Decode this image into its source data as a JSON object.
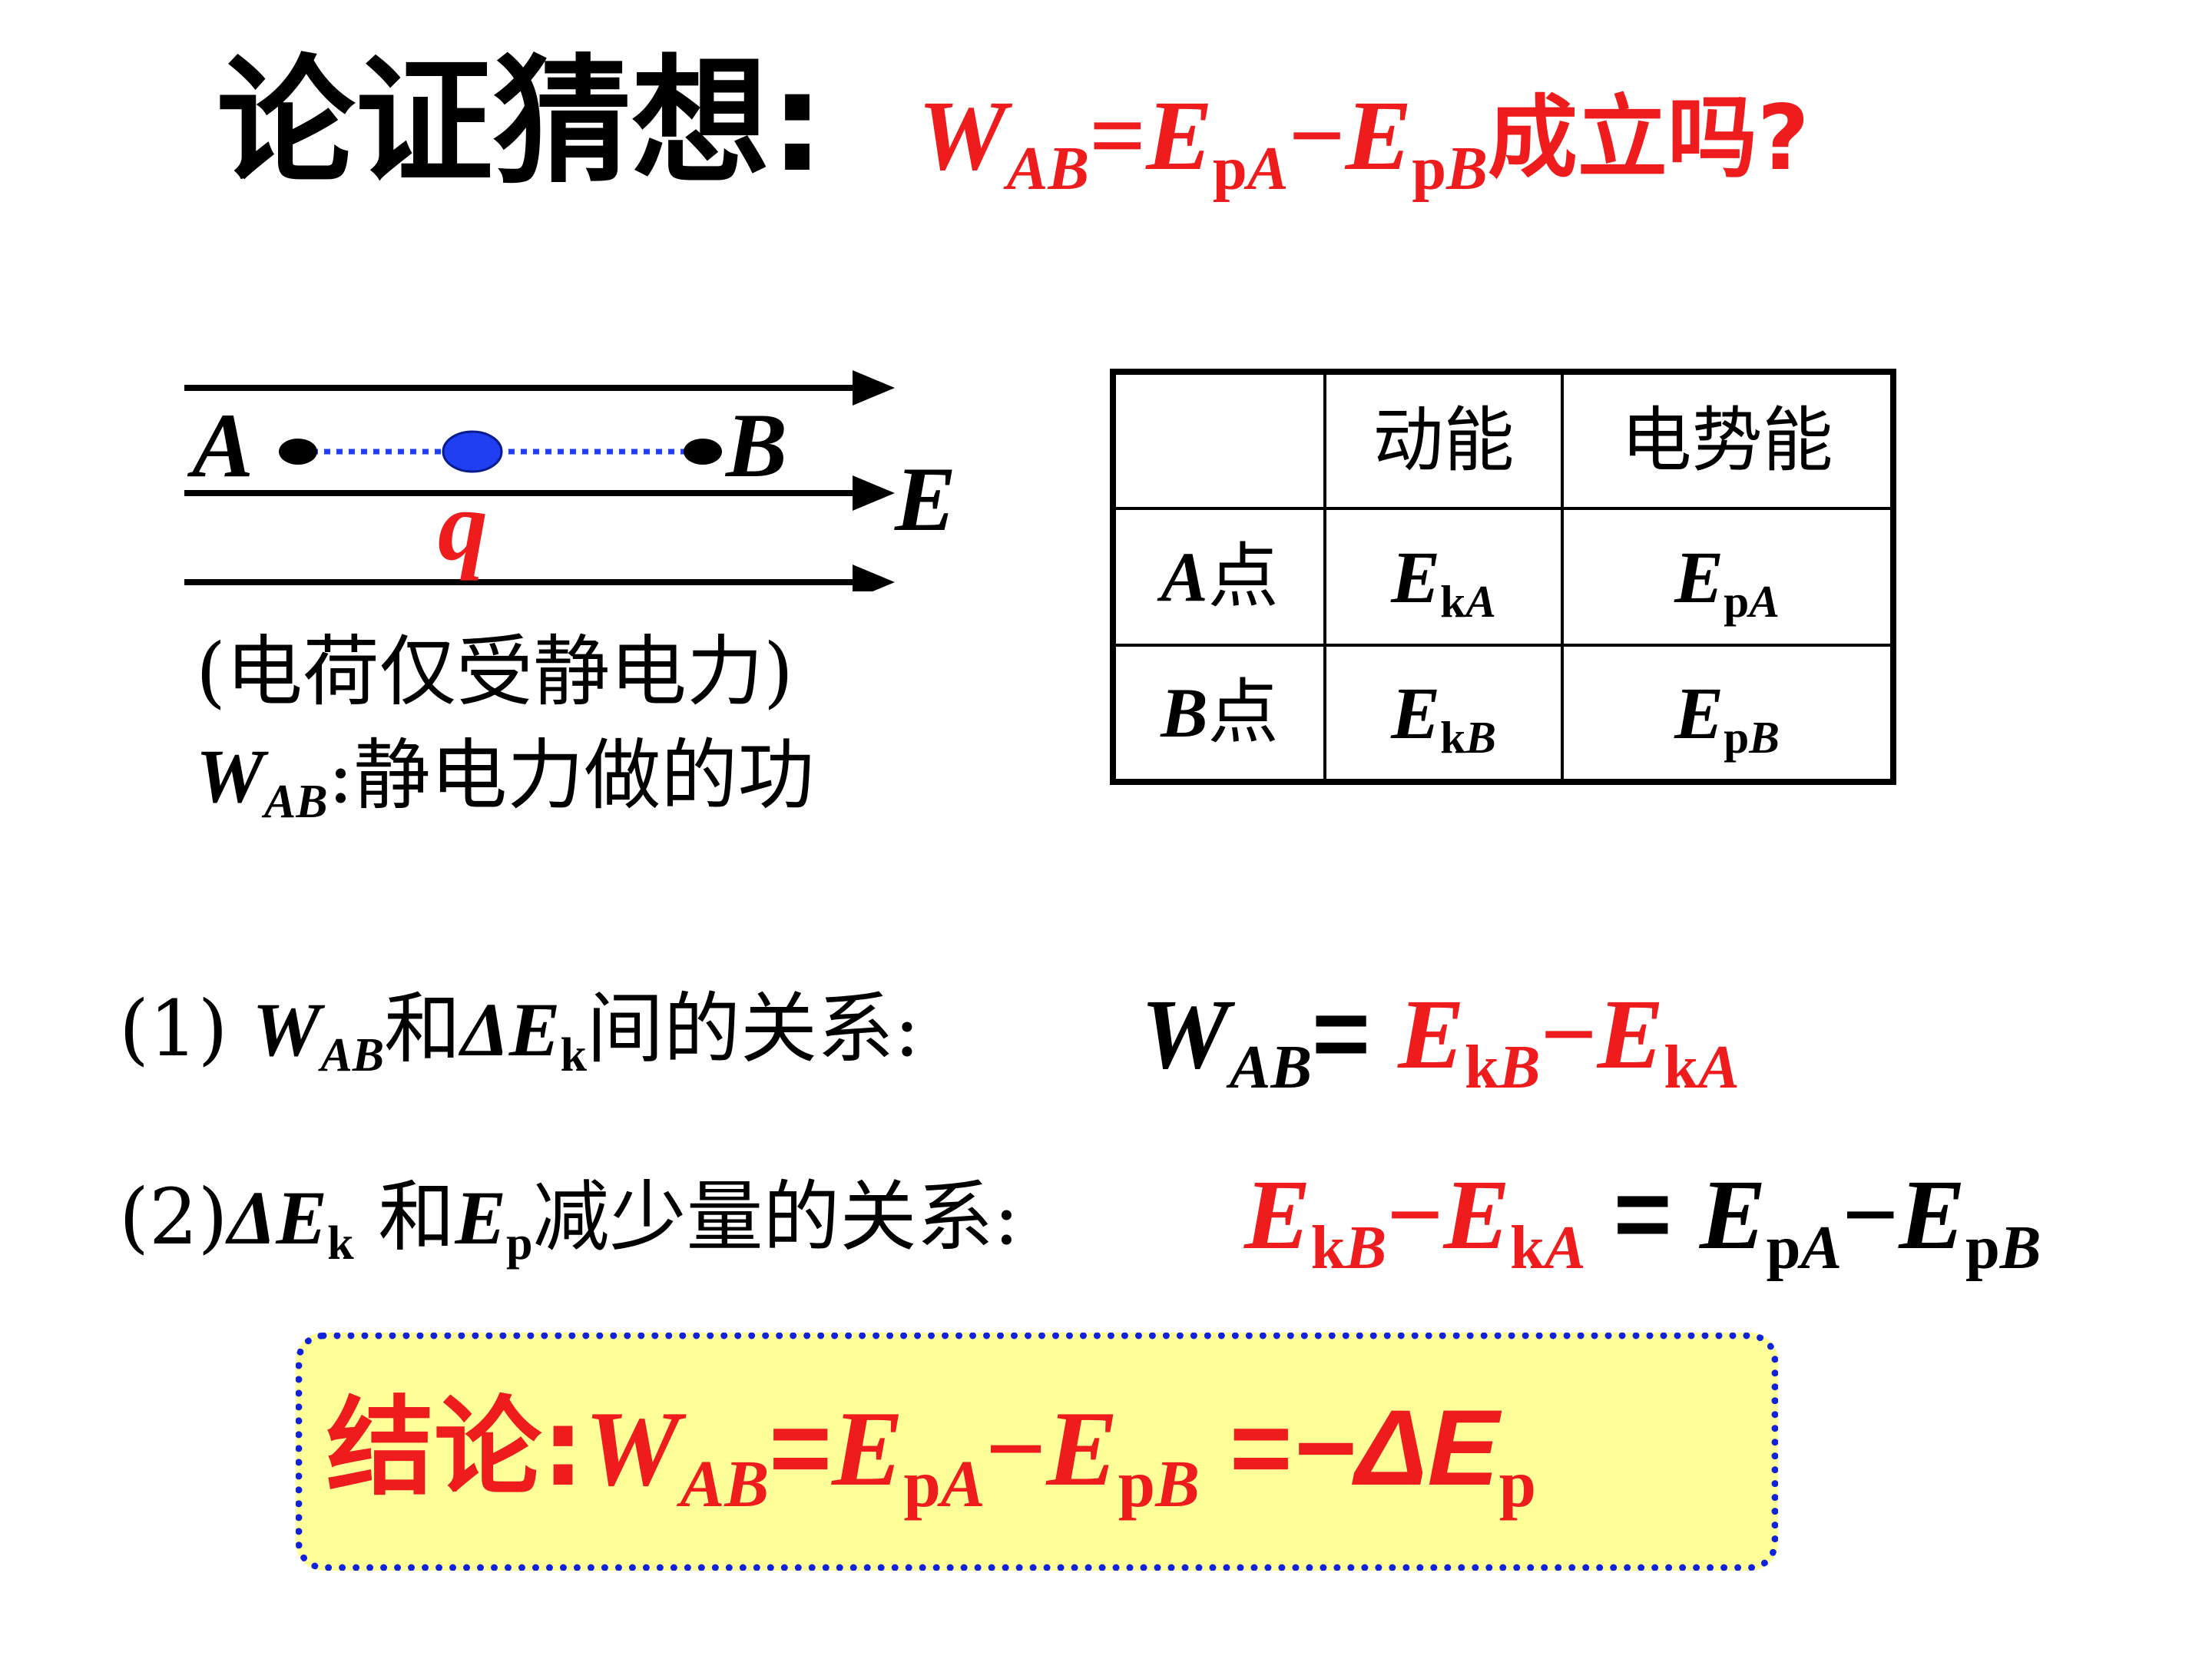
{
  "title": {
    "label": "论证猜想",
    "colon": ":",
    "W": "W",
    "W_sub": "AB",
    "eq": "=",
    "E1": "E",
    "E1_sub_p": "p",
    "E1_sub_i": "A",
    "minus": "−",
    "E2": "E",
    "E2_sub_p": "p",
    "E2_sub_i": "B",
    "tail": "成立吗?"
  },
  "diagram": {
    "point_a": "A",
    "point_b": "B",
    "field": "E",
    "charge": "q",
    "note_line1": "(电荷仅受静电力)",
    "note_W": "W",
    "note_W_sub": "AB",
    "note_line2": ":静电力做的功",
    "colors": {
      "line": "#000000",
      "charge": "#1f3ff0",
      "dots": "#1f3ff0",
      "label_red": "#ee1c1c"
    }
  },
  "table": {
    "headers": [
      "",
      "动能",
      "电势能"
    ],
    "rows": [
      {
        "label_i": "A",
        "label": "点",
        "ek_sub_i": "A",
        "ep_sub_i": "A"
      },
      {
        "label_i": "B",
        "label": "点",
        "ek_sub_i": "B",
        "ep_sub_i": "B"
      }
    ],
    "E": "E",
    "k": "k",
    "p": "p"
  },
  "rel1": {
    "prefix": "(1) ",
    "W": "W",
    "W_sub": "AB",
    "and": "和",
    "dE": "ΔE",
    "k": "k",
    "tail": "间的关系:",
    "eq_W": "W",
    "eq_W_sub": "AB",
    "eq": "= ",
    "E": "E",
    "sub_k": "k",
    "sub_B": "B",
    "minus": "−",
    "sub_A": "A"
  },
  "rel2": {
    "prefix": "(2)",
    "dE": "ΔE",
    "k": "k",
    "and": " 和",
    "Ep": "E",
    "p": "p",
    "tail": "减少量的关系:",
    "E": "E",
    "sub_k": "k",
    "sub_B": "B",
    "minus": "−",
    "sub_A": "A",
    "eq": " = ",
    "sub_p": "p"
  },
  "conclusion": {
    "label": "结论:",
    "W": "W",
    "W_sub": "AB",
    "eq": "=",
    "E": "E",
    "sub_p": "p",
    "sub_A": "A",
    "minus": "−",
    "sub_B": "B",
    "eq2": " =",
    "neg_dE": "−ΔE",
    "final_sub": "p",
    "box_color": "#ffff99",
    "border_color": "#1122dd"
  }
}
